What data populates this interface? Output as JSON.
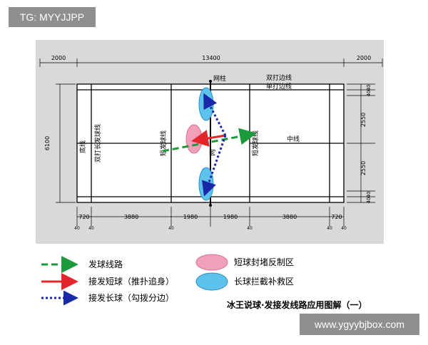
{
  "watermarks": {
    "top": "TG: MYYJJPP",
    "bottom": "www.ygyybjbox.com"
  },
  "dimensions": {
    "left_margin": "2000",
    "total_length": "13400",
    "right_margin": "2000",
    "court_width": "6100",
    "right_labels": [
      "40",
      "40",
      "2550",
      "2550",
      "40",
      "40"
    ],
    "bottom_segments": [
      "720",
      "3880",
      "1980",
      "1980",
      "3880",
      "720"
    ],
    "bottom_line_widths": [
      "40",
      "40",
      "40",
      "40",
      "40",
      "40"
    ]
  },
  "court_labels": {
    "net_post": "网柱",
    "doubles_sideline": "双打边线",
    "singles_sideline": "单打边线",
    "baseline": "底线",
    "doubles_long_service_line": "双打长发球线",
    "short_service_line_left": "短发球线",
    "net": "网",
    "short_service_line_right": "短发球线",
    "center_line": "中线"
  },
  "legend": [
    {
      "label": "发球线路",
      "color": "#1a9a3a",
      "style": "dashed-arrow"
    },
    {
      "label": "接发短球（推扑追身）",
      "color": "#e3262b",
      "style": "solid-arrow"
    },
    {
      "label": "接发长球（勾拨分边）",
      "color": "#1a28a8",
      "style": "dotted-arrow"
    },
    {
      "label": "短球封堵反制区",
      "color": "#f0a0b8",
      "style": "ellipse"
    },
    {
      "label": "长球拦截补救区",
      "color": "#5ec3ec",
      "style": "ellipse"
    }
  ],
  "caption": "冰王说球·发接发线路应用图解（一）"
}
